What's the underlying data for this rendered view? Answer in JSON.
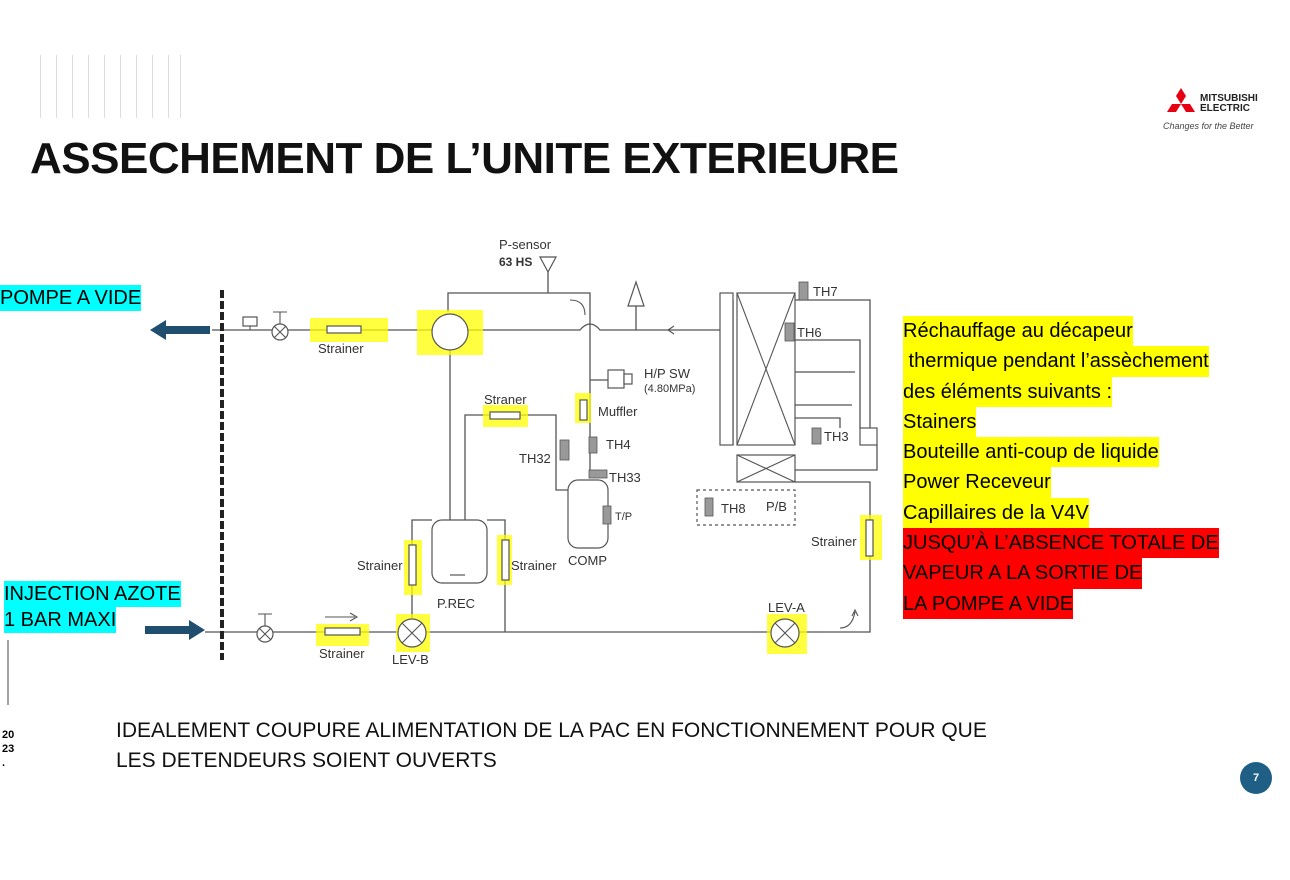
{
  "title": "ASSECHEMENT DE L’UNITE EXTERIEURE",
  "logo": {
    "line1": "MITSUBISHI",
    "line2": "ELECTRIC",
    "tagline": "Changes for the Better"
  },
  "left_labels": {
    "vacuum_pump": "POMPE A VIDE",
    "nitrogen_line1": "INJECTION AZOTE",
    "nitrogen_line2": "1 BAR MAXI"
  },
  "diagram": {
    "p_sensor": "P-sensor",
    "hs": "63 HS",
    "strainer": "Strainer",
    "straner": "Straner",
    "hp_sw": "H/P SW",
    "hp_sw_value": "(4.80MPa)",
    "muffler": "Muffler",
    "th7": "TH7",
    "th6": "TH6",
    "th3": "TH3",
    "th4": "TH4",
    "th32": "TH32",
    "th33": "TH33",
    "th8": "TH8",
    "pb": "P/B",
    "tp": "T/P",
    "comp": "COMP",
    "prec": "P.REC",
    "lev_a": "LEV-A",
    "lev_b": "LEV-B"
  },
  "notes": {
    "lines": [
      "Réchauffage au décapeur",
      " thermique pendant l’assèchement",
      "des éléments suivants :",
      "Stainers",
      "Bouteille anti-coup de liquide",
      "Power Receveur",
      "Capillaires de la V4V"
    ],
    "warning": [
      "JUSQU’À L’ABSENCE TOTALE DE",
      "VAPEUR A LA SORTIE DE",
      "LA POMPE A VIDE"
    ]
  },
  "footer": {
    "line1": "IDEALEMENT COUPURE ALIMENTATION DE LA PAC EN FONCTIONNEMENT POUR QUE",
    "line2": "LES DETENDEURS SOIENT OUVERTS"
  },
  "year": {
    "a": "20",
    "b": "23",
    "c": "."
  },
  "page_number": "7",
  "colors": {
    "highlight": "#ffff00",
    "warning": "#ff0000",
    "label_bg": "#00ffff",
    "arrow": "#1f4e6e",
    "page_badge": "#1f5f86"
  }
}
